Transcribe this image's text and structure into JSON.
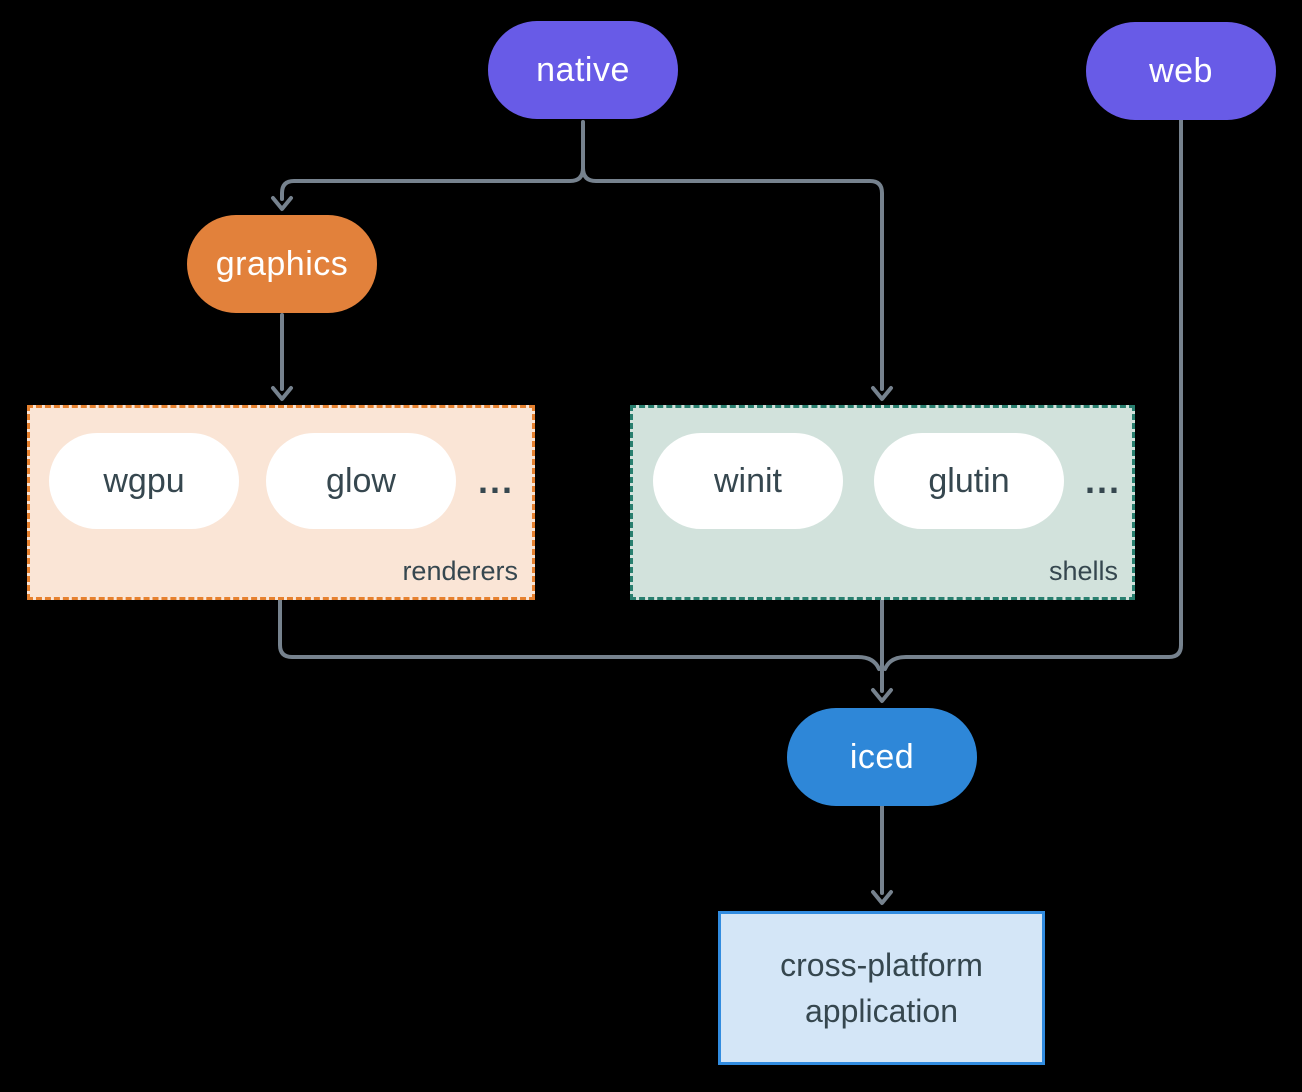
{
  "diagram": {
    "nodes": {
      "native": {
        "label": "native",
        "color": "#685BE7"
      },
      "web": {
        "label": "web",
        "color": "#685BE7"
      },
      "graphics": {
        "label": "graphics",
        "color": "#E2813B"
      },
      "iced": {
        "label": "iced",
        "color": "#2E87D8"
      },
      "application": {
        "label": "cross-platform application",
        "bg": "#D4E6F7",
        "border": "#318CE0"
      }
    },
    "groups": {
      "renderers": {
        "label": "renderers",
        "items": [
          "wgpu",
          "glow"
        ],
        "ellipsis": "...",
        "bg": "#FAE5D6",
        "border": "#E6812F"
      },
      "shells": {
        "label": "shells",
        "items": [
          "winit",
          "glutin"
        ],
        "ellipsis": "...",
        "bg": "#D2E2DC",
        "border": "#297F6F"
      }
    },
    "edges": [
      {
        "from": "native",
        "to": "graphics"
      },
      {
        "from": "native",
        "to": "shells"
      },
      {
        "from": "graphics",
        "to": "renderers"
      },
      {
        "from": "renderers",
        "to": "iced"
      },
      {
        "from": "shells",
        "to": "iced"
      },
      {
        "from": "web",
        "to": "iced"
      },
      {
        "from": "iced",
        "to": "application"
      }
    ],
    "arrow_color": "#76828E"
  }
}
